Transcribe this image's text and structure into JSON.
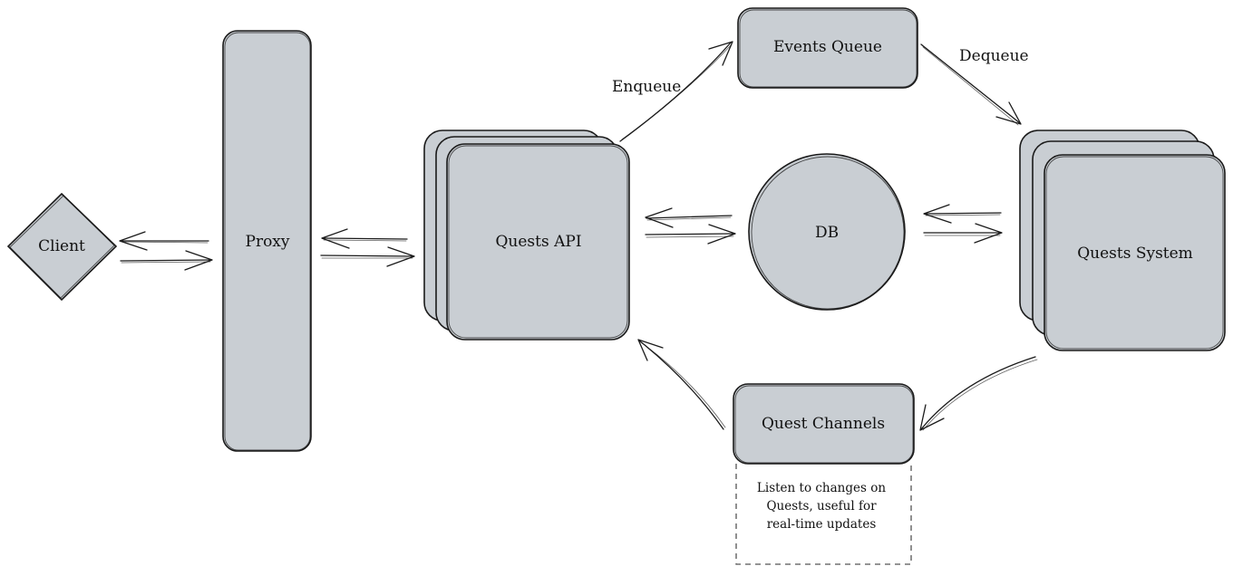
{
  "nodes": {
    "client": "Client",
    "proxy": "Proxy",
    "quests_api": "Quests API",
    "events_queue": "Events Queue",
    "db": "DB",
    "quests_system": "Quests System",
    "quest_channels": "Quest Channels"
  },
  "edges": {
    "enqueue": "Enqueue",
    "dequeue": "Dequeue"
  },
  "note": {
    "line1": "Listen to changes on",
    "line2": "Quests, useful for",
    "line3": "real-time updates"
  },
  "colors": {
    "node_fill": "#c9ced3",
    "stroke": "#1a1a1a"
  }
}
